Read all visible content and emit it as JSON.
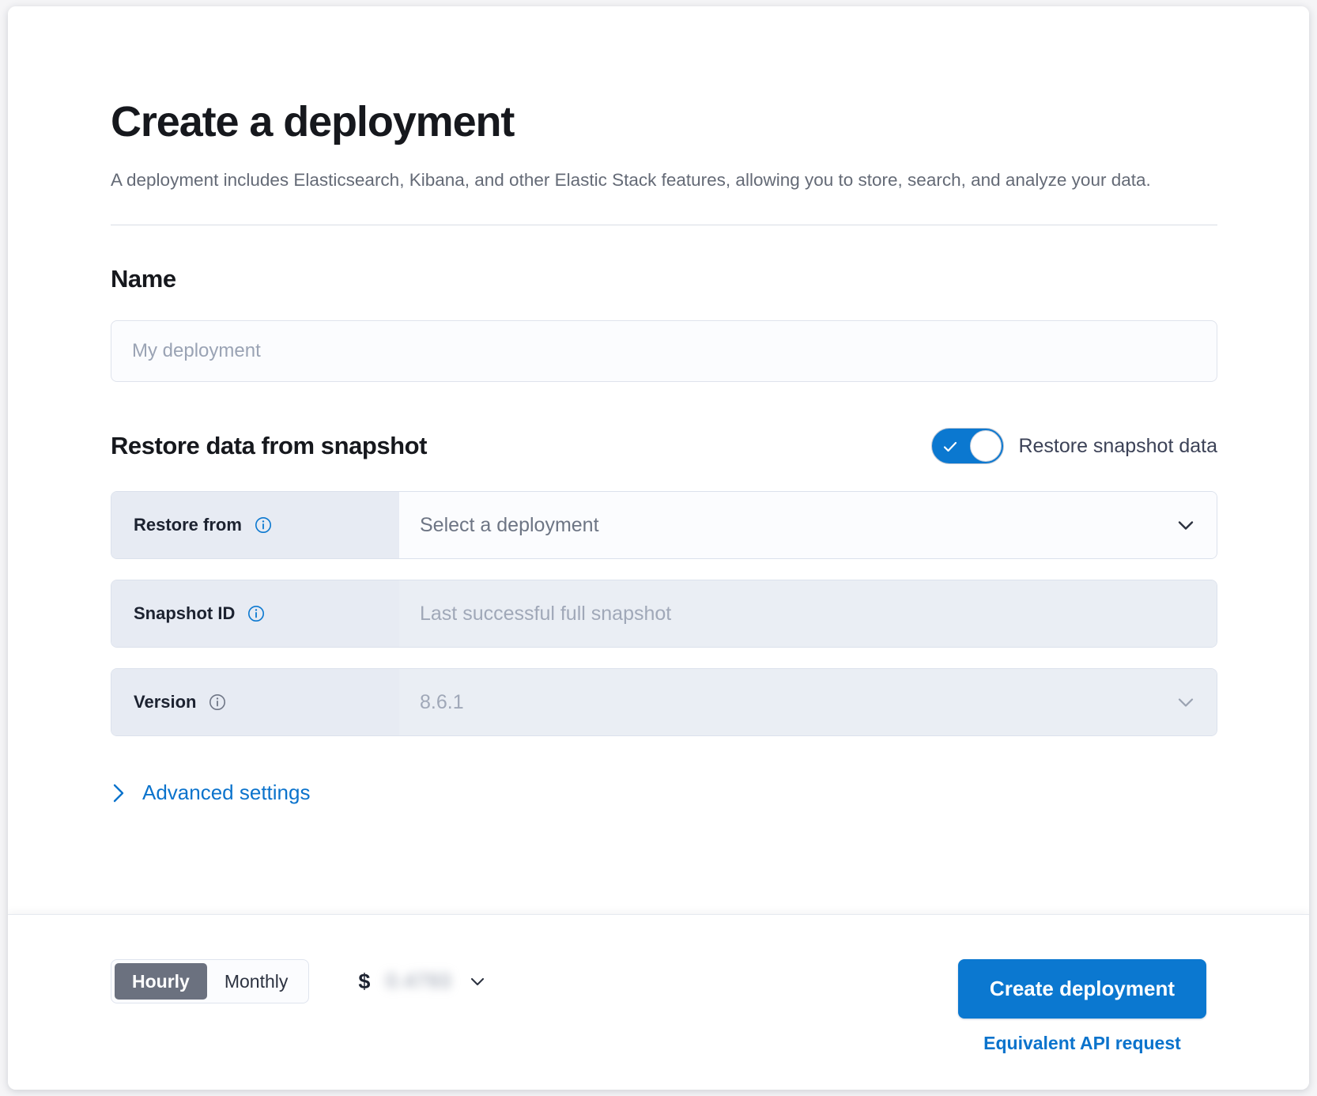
{
  "header": {
    "title": "Create a deployment",
    "subtitle": "A deployment includes Elasticsearch, Kibana, and other Elastic Stack features, allowing you to store, search, and analyze your data."
  },
  "name_section": {
    "title": "Name",
    "input_placeholder": "My deployment",
    "input_value": ""
  },
  "restore_section": {
    "title": "Restore data from snapshot",
    "toggle_label": "Restore snapshot data",
    "toggle_on": true,
    "rows": [
      {
        "label": "Restore from",
        "value": "Select a deployment",
        "has_info": true,
        "info_color": "#0b78d0",
        "has_chevron": true,
        "disabled": false
      },
      {
        "label": "Snapshot ID",
        "value": "Last successful full snapshot",
        "has_info": true,
        "info_color": "#0b78d0",
        "has_chevron": false,
        "disabled": true
      },
      {
        "label": "Version",
        "value": "8.6.1",
        "has_info": true,
        "info_color": "#6f7686",
        "has_chevron": true,
        "disabled": true
      }
    ]
  },
  "advanced_settings": {
    "label": "Advanced settings",
    "expanded": false
  },
  "footer": {
    "billing_options": [
      "Hourly",
      "Monthly"
    ],
    "billing_selected": "Hourly",
    "price_currency": "$",
    "price_amount": "0.4793",
    "create_button": "Create deployment",
    "api_link": "Equivalent API request"
  },
  "colors": {
    "accent_blue": "#0b78d0",
    "link_blue": "#0b73cc",
    "text_dark": "#16181d",
    "text_muted": "#646a76",
    "row_label_bg": "#e7ebf3",
    "row_disabled_bg": "#eaeef4"
  }
}
